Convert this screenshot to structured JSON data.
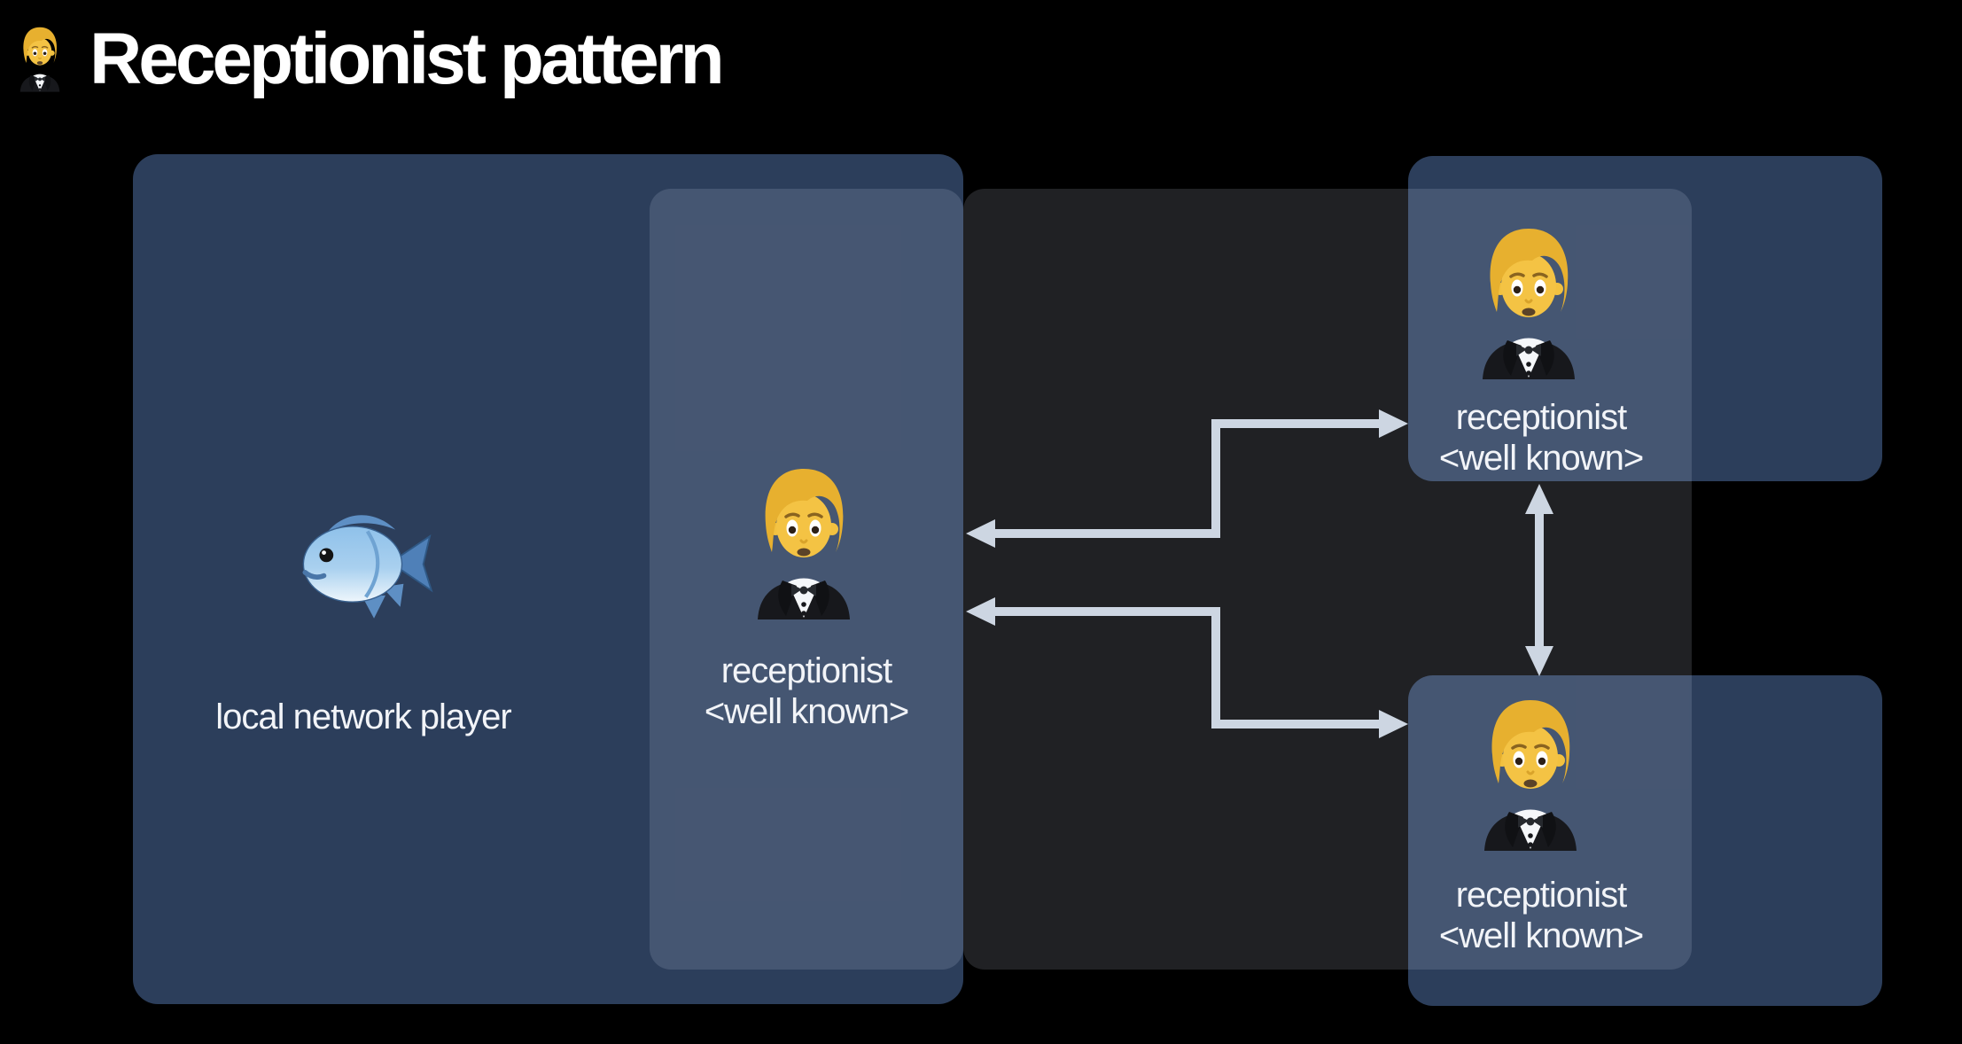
{
  "header": {
    "icon": "person-tuxedo-emoji",
    "title": "Receptionist pattern"
  },
  "diagram": {
    "local_network_box": {
      "icon": "fish-emoji",
      "label": "local network player"
    },
    "local_receptionist": {
      "icon": "person-tuxedo-emoji",
      "name": "receptionist",
      "qualifier": "<well known>"
    },
    "remote_receptionist_top": {
      "icon": "person-tuxedo-emoji",
      "name": "receptionist",
      "qualifier": "<well known>"
    },
    "remote_receptionist_bottom": {
      "icon": "person-tuxedo-emoji",
      "name": "receptionist",
      "qualifier": "<well known>"
    },
    "connectors": [
      {
        "name": "local-receptionist-to-remote-top",
        "type": "double-headed-elbow-arrow"
      },
      {
        "name": "local-receptionist-to-remote-bottom",
        "type": "double-headed-elbow-arrow"
      },
      {
        "name": "remote-top-to-remote-bottom",
        "type": "double-headed-vertical-arrow"
      }
    ]
  },
  "colors": {
    "background": "#000000",
    "panel_blue": "#2c3e5b",
    "overlay_tint": "rgba(225,235,255,0.14)",
    "connector": "#cdd6e2",
    "text": "#f2f4f8"
  }
}
